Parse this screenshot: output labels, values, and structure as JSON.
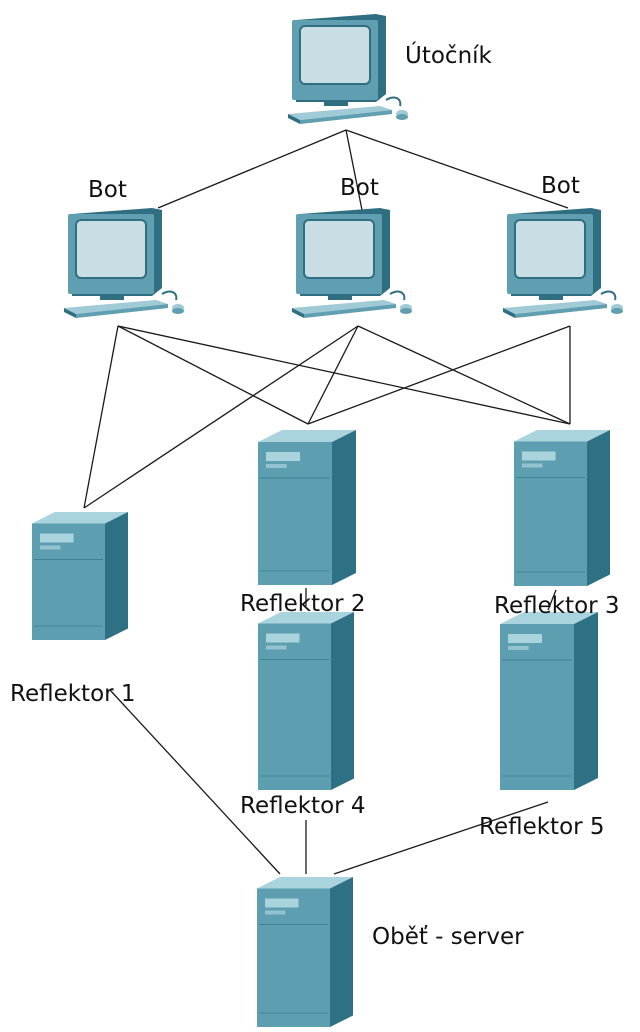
{
  "colors": {
    "pc_body": "#5f9fb1",
    "pc_dark": "#2f6f81",
    "pc_screen": "#c8dde4",
    "pc_light": "#9fcad6",
    "server_front": "#5d9eb0",
    "server_side": "#2e7185",
    "server_top": "#a9d3dd",
    "line": "#1a1a1a"
  },
  "nodes": {
    "attacker": {
      "label": "Útočník",
      "icon": "computer-icon"
    },
    "bot1": {
      "label": "Bot",
      "icon": "computer-icon"
    },
    "bot2": {
      "label": "Bot",
      "icon": "computer-icon"
    },
    "bot3": {
      "label": "Bot",
      "icon": "computer-icon"
    },
    "reflector1": {
      "label": "Reflektor 1",
      "icon": "server-icon"
    },
    "reflector2": {
      "label": "Reflektor 2",
      "icon": "server-icon"
    },
    "reflector3": {
      "label": "Reflektor 3",
      "icon": "server-icon"
    },
    "reflector4": {
      "label": "Reflektor 4",
      "icon": "server-icon"
    },
    "reflector5": {
      "label": "Reflektor 5",
      "icon": "server-icon"
    },
    "victim": {
      "label": "Oběť - server",
      "icon": "server-icon"
    }
  },
  "edges": [
    [
      "attacker",
      "bot1"
    ],
    [
      "attacker",
      "bot2"
    ],
    [
      "attacker",
      "bot3"
    ],
    [
      "bot1",
      "reflector1"
    ],
    [
      "bot1",
      "reflector2"
    ],
    [
      "bot1",
      "reflector3"
    ],
    [
      "bot2",
      "reflector1"
    ],
    [
      "bot2",
      "reflector2"
    ],
    [
      "bot2",
      "reflector3"
    ],
    [
      "bot3",
      "reflector2"
    ],
    [
      "bot3",
      "reflector3"
    ],
    [
      "reflector2",
      "reflector4"
    ],
    [
      "reflector3",
      "reflector5"
    ],
    [
      "reflector1",
      "victim"
    ],
    [
      "reflector4",
      "victim"
    ],
    [
      "reflector5",
      "victim"
    ]
  ]
}
